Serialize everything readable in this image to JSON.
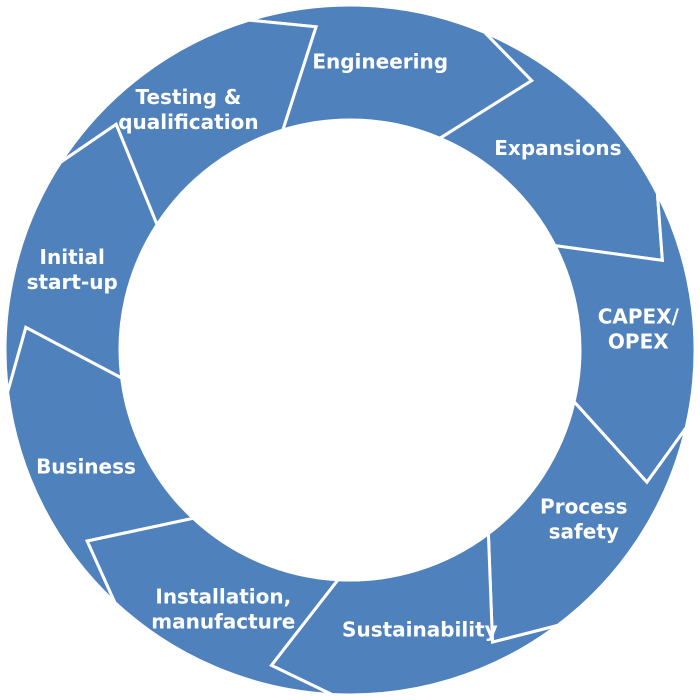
{
  "diagram": {
    "fill_color": "#4f81bd",
    "separator_color": "#ffffff",
    "segments": [
      {
        "label_lines": [
          "Engineering"
        ]
      },
      {
        "label_lines": [
          "Expansions"
        ]
      },
      {
        "label_lines": [
          "CAPEX/",
          "OPEX"
        ]
      },
      {
        "label_lines": [
          "Process",
          "safety"
        ]
      },
      {
        "label_lines": [
          "Sustainability"
        ]
      },
      {
        "label_lines": [
          "Installation,",
          "manufacture"
        ]
      },
      {
        "label_lines": [
          "Business"
        ]
      },
      {
        "label_lines": [
          "Initial",
          "start-up"
        ]
      },
      {
        "label_lines": [
          "Testing &",
          "qualification"
        ]
      }
    ]
  }
}
